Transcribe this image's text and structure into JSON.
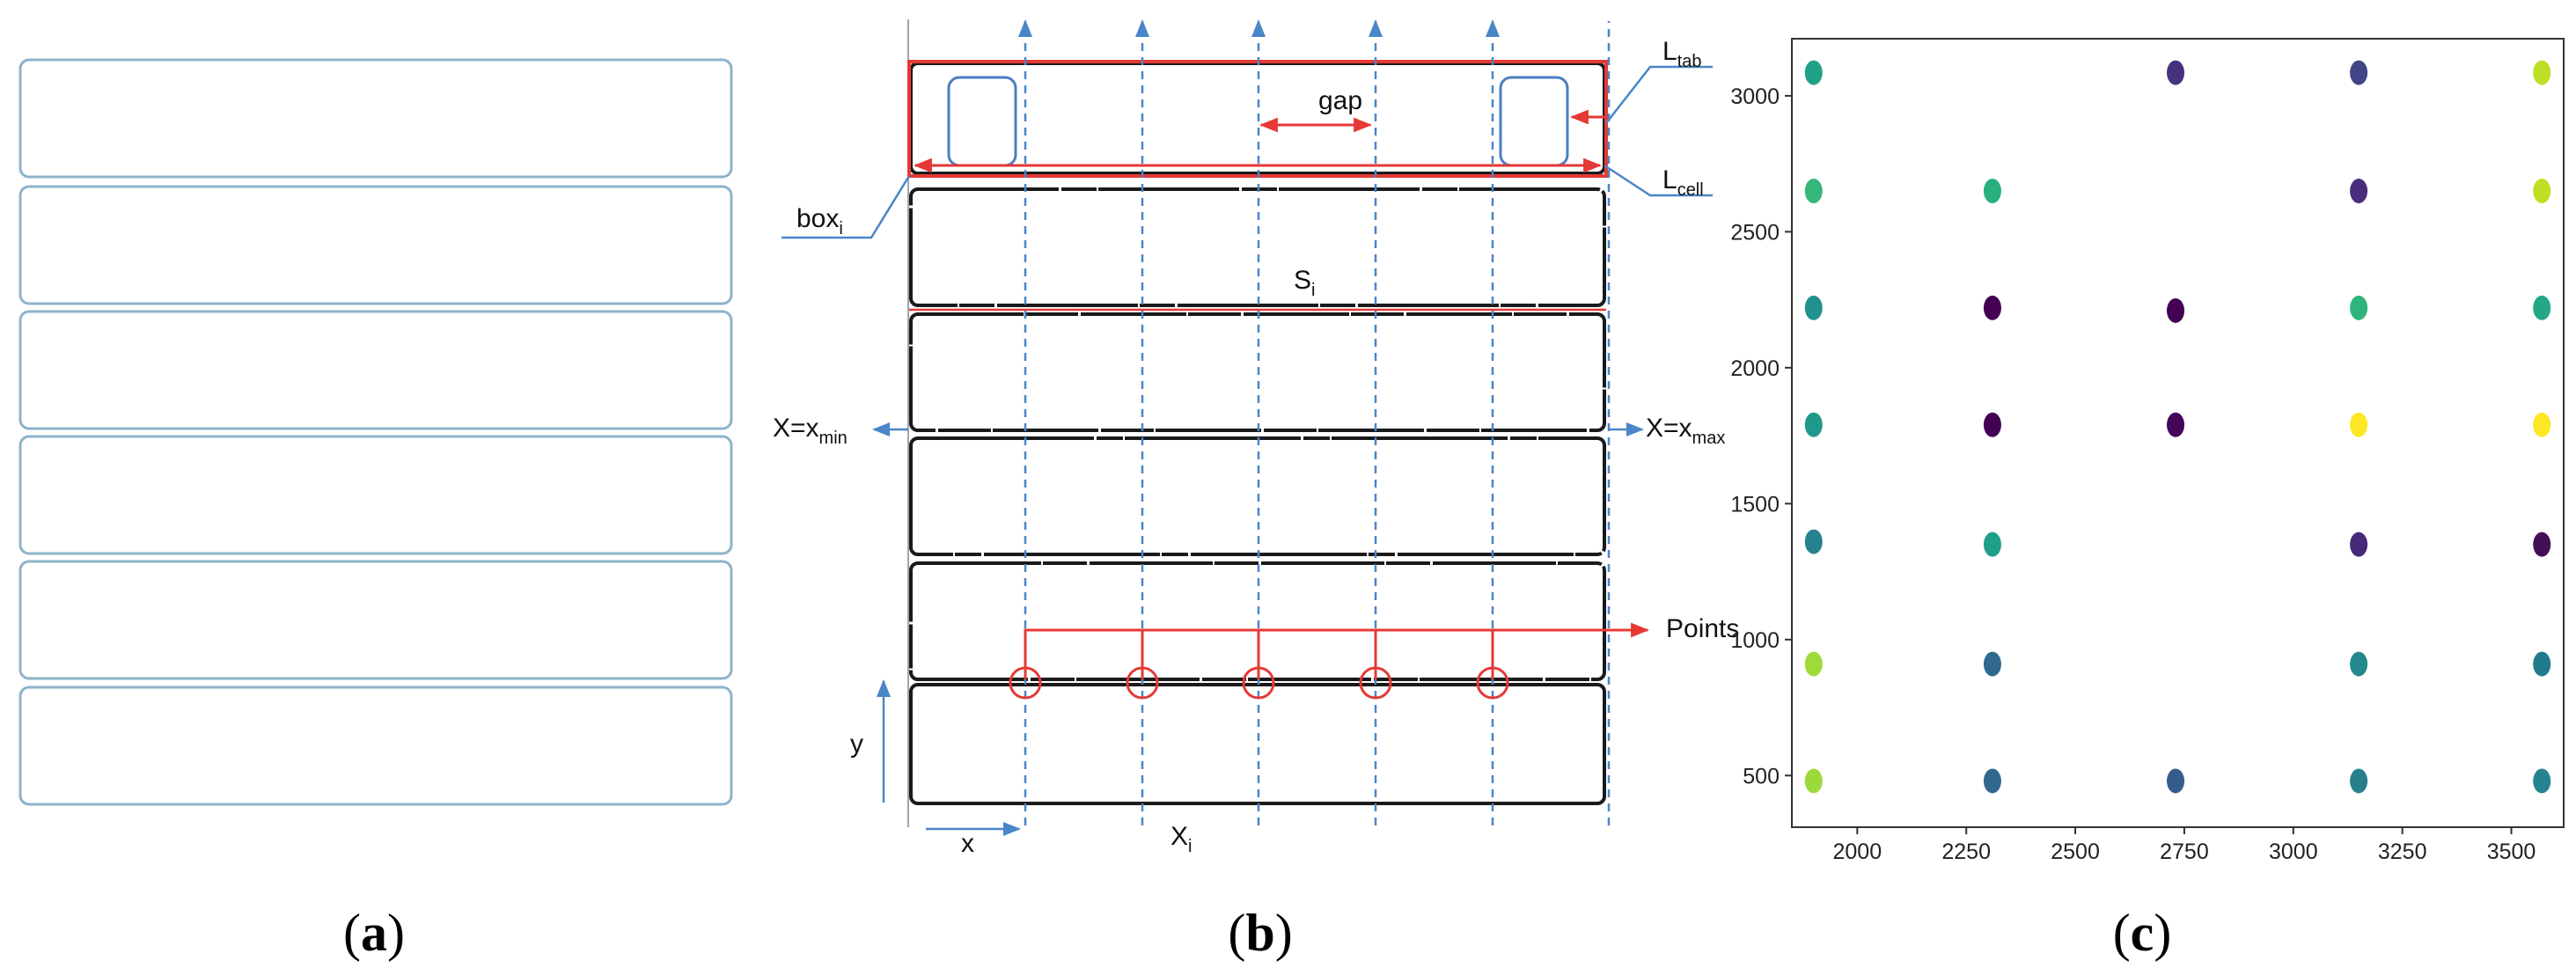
{
  "captions": {
    "a": "a",
    "b": "b",
    "c": "c"
  },
  "panel_b": {
    "labels": {
      "gap": "gap",
      "l_tab_main": "L",
      "l_tab_sub": "tab",
      "l_cell_main": "L",
      "l_cell_sub": "cell",
      "box_main": "box",
      "box_sub": "i",
      "s_main": "S",
      "s_sub": "i",
      "xmin_main": "X=x",
      "xmin_sub": "min",
      "xmax_main": "X=x",
      "xmax_sub": "max",
      "points": "Points",
      "y": "y",
      "x": "x",
      "xi_main": "X",
      "xi_sub": "i"
    }
  },
  "colors": {
    "panel_a_stroke": "#8fb3c9",
    "dashed_axis": "#4a86c8",
    "red": "#e53935",
    "cell_border": "#1a1a1a"
  },
  "chart_data": {
    "type": "scatter",
    "xlim": [
      1850,
      3620
    ],
    "ylim": [
      310,
      3210
    ],
    "xticks": [
      2000,
      2250,
      2500,
      2750,
      3000,
      3250,
      3500
    ],
    "yticks": [
      500,
      1000,
      1500,
      2000,
      2500,
      3000
    ],
    "grid": false,
    "points": [
      {
        "x": 1900,
        "y": 3085,
        "color": "#1fa187"
      },
      {
        "x": 2730,
        "y": 3085,
        "color": "#46337e"
      },
      {
        "x": 3150,
        "y": 3085,
        "color": "#414487"
      },
      {
        "x": 3570,
        "y": 3085,
        "color": "#bddf26"
      },
      {
        "x": 1900,
        "y": 2650,
        "color": "#35b779"
      },
      {
        "x": 2310,
        "y": 2650,
        "color": "#2ab07f"
      },
      {
        "x": 3150,
        "y": 2650,
        "color": "#472d7b"
      },
      {
        "x": 3570,
        "y": 2650,
        "color": "#c2df23"
      },
      {
        "x": 1900,
        "y": 2220,
        "color": "#21918c"
      },
      {
        "x": 2310,
        "y": 2220,
        "color": "#440154"
      },
      {
        "x": 2730,
        "y": 2210,
        "color": "#440154"
      },
      {
        "x": 3150,
        "y": 2220,
        "color": "#2fb47c"
      },
      {
        "x": 3570,
        "y": 2220,
        "color": "#22a884"
      },
      {
        "x": 1900,
        "y": 1790,
        "color": "#1f9a8a"
      },
      {
        "x": 2310,
        "y": 1790,
        "color": "#440154"
      },
      {
        "x": 2730,
        "y": 1790,
        "color": "#450559"
      },
      {
        "x": 3150,
        "y": 1790,
        "color": "#fde725"
      },
      {
        "x": 3570,
        "y": 1790,
        "color": "#fde725"
      },
      {
        "x": 1900,
        "y": 1360,
        "color": "#26828e"
      },
      {
        "x": 2310,
        "y": 1350,
        "color": "#1f9e89"
      },
      {
        "x": 3150,
        "y": 1350,
        "color": "#482878"
      },
      {
        "x": 3570,
        "y": 1350,
        "color": "#440e57"
      },
      {
        "x": 1900,
        "y": 910,
        "color": "#a0da39"
      },
      {
        "x": 2310,
        "y": 910,
        "color": "#31688e"
      },
      {
        "x": 3150,
        "y": 910,
        "color": "#23898e"
      },
      {
        "x": 3570,
        "y": 910,
        "color": "#1f7a8c"
      },
      {
        "x": 1900,
        "y": 480,
        "color": "#9cd93b"
      },
      {
        "x": 2310,
        "y": 480,
        "color": "#31688e"
      },
      {
        "x": 2730,
        "y": 480,
        "color": "#365c8d"
      },
      {
        "x": 3150,
        "y": 480,
        "color": "#277f8e"
      },
      {
        "x": 3570,
        "y": 480,
        "color": "#26828e"
      }
    ]
  }
}
